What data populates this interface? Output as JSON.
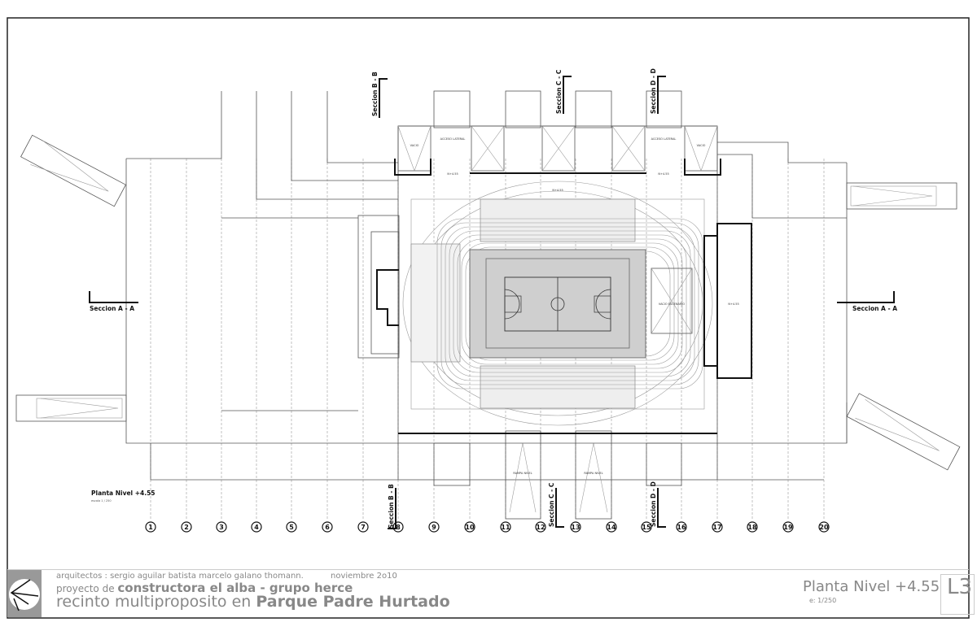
{
  "drawing": {
    "plan_label": "Planta Nivel +4.55",
    "plan_scale_small": "escala 1 / 250",
    "section_a": "Seccion A - A",
    "section_b": "Seccion B - B",
    "section_c": "Seccion C - C",
    "section_d": "Seccion D - D",
    "grid_axes": [
      "1",
      "2",
      "3",
      "4",
      "5",
      "6",
      "7",
      "8",
      "9",
      "10",
      "11",
      "12",
      "13",
      "14",
      "15",
      "16",
      "17",
      "18",
      "19",
      "20"
    ],
    "room_labels": {
      "acceso_lateral": "ACCESO LATERAL",
      "vacio": "VACIO",
      "vacio_escenario": "VACIO ESCENARIO",
      "rampa": "RAMPA NIVEL",
      "nivel": "N+4.55"
    }
  },
  "title_block": {
    "architects": "arquitectos :  sergio aguilar batista marcelo galano thomann.",
    "date": "noviembre 2o10",
    "project_prefix": "proyecto de",
    "project_client": "constructora el alba - grupo herce",
    "project_prefix2": "recinto multiproposito en",
    "project_site": "Parque Padre Hurtado",
    "sheet_title": "Planta Nivel +4.55",
    "sheet_scale": "e: 1/250",
    "sheet_number": "L3"
  }
}
